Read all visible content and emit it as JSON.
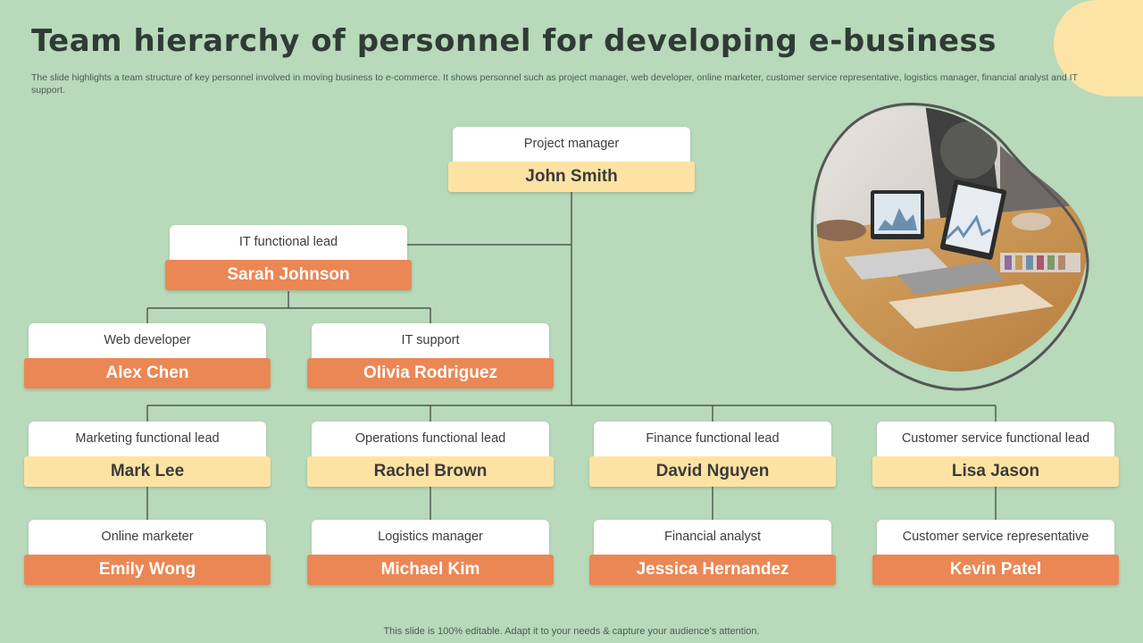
{
  "title": "Team hierarchy of personnel for developing e-business",
  "subtitle": "The slide highlights a team structure of key personnel involved in moving business to e-commerce. It shows personnel such as project manager, web developer, online marketer, customer service representative, logistics manager, financial analyst and IT support.",
  "footer": "This slide is 100% editable. Adapt it to your needs & capture your audience’s attention.",
  "colors": {
    "background": "#b8d9ba",
    "orange": "#ea8755",
    "yellow": "#fde3a3",
    "line": "#3d3d3d"
  },
  "nodes": {
    "project_manager": {
      "role": "Project manager",
      "name": "John Smith"
    },
    "it_lead": {
      "role": "IT functional lead",
      "name": "Sarah Johnson"
    },
    "web_developer": {
      "role": "Web developer",
      "name": "Alex Chen"
    },
    "it_support": {
      "role": "IT support",
      "name": "Olivia Rodriguez"
    },
    "marketing_lead": {
      "role": "Marketing functional lead",
      "name": "Mark Lee"
    },
    "operations_lead": {
      "role": "Operations functional lead",
      "name": "Rachel Brown"
    },
    "finance_lead": {
      "role": "Finance functional lead",
      "name": "David Nguyen"
    },
    "cs_lead": {
      "role": "Customer service functional lead",
      "name": "Lisa Jason"
    },
    "online_marketer": {
      "role": "Online marketer",
      "name": "Emily Wong"
    },
    "logistics_manager": {
      "role": "Logistics manager",
      "name": "Michael Kim"
    },
    "financial_analyst": {
      "role": "Financial analyst",
      "name": "Jessica Hernandez"
    },
    "cs_rep": {
      "role": "Customer service representative",
      "name": "Kevin Patel"
    }
  },
  "photo": {
    "icon": "office-meeting-laptops-photo"
  }
}
